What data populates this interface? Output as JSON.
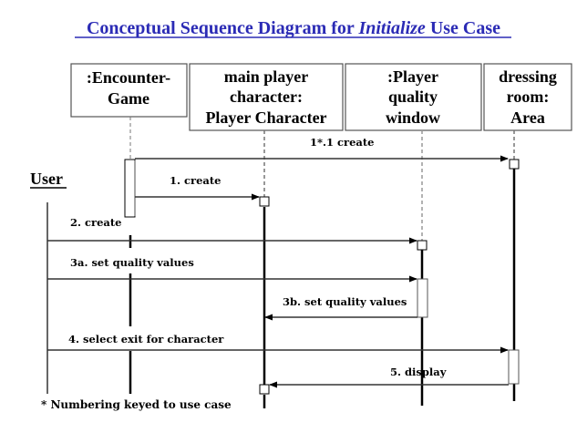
{
  "title": {
    "prefix": "Conceptual Sequence Diagram for ",
    "emphasis": "Initialize",
    "suffix": " Use Case",
    "color": "#2b2bb5"
  },
  "actor": {
    "label": "User"
  },
  "objects": [
    {
      "id": "encounter-game",
      "lines": [
        ":Encounter-",
        "Game"
      ]
    },
    {
      "id": "main-player-character",
      "lines": [
        "main player",
        "character:",
        "Player Character"
      ]
    },
    {
      "id": "player-quality-window",
      "lines": [
        ":Player",
        "quality",
        "window"
      ]
    },
    {
      "id": "dressing-room",
      "lines": [
        "dressing",
        "room:",
        "Area"
      ]
    }
  ],
  "messages": [
    {
      "id": "m1-1",
      "label": "1*.1 create",
      "from": "encounter-game",
      "to": "dressing-room"
    },
    {
      "id": "m1",
      "label": "1. create",
      "from": "encounter-game",
      "to": "main-player-character"
    },
    {
      "id": "m2",
      "label": "2. create",
      "from": "user",
      "to": "player-quality-window"
    },
    {
      "id": "m3a",
      "label": "3a. set quality values",
      "from": "user",
      "to": "player-quality-window"
    },
    {
      "id": "m3b",
      "label": "3b. set quality values",
      "from": "player-quality-window",
      "to": "main-player-character"
    },
    {
      "id": "m4",
      "label": "4. select exit for character",
      "from": "user",
      "to": "dressing-room"
    },
    {
      "id": "m5",
      "label": "5. display",
      "from": "dressing-room",
      "to": "main-player-character"
    }
  ],
  "footnote": "* Numbering keyed to use case"
}
